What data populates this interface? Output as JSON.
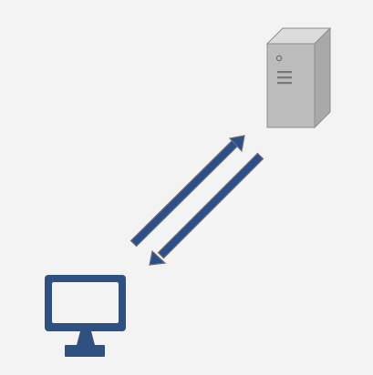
{
  "colors": {
    "background": "#f3f3f4",
    "arrow_fill": "#2b4f8a",
    "arrow_edge": "#6f6f73",
    "server_front": "#bcbcbc",
    "server_top": "#dcdcdc",
    "server_side": "#a9a9a9",
    "monitor": "#2f5181"
  },
  "nodes": [
    {
      "id": "server",
      "icon": "server-tower-icon"
    },
    {
      "id": "client",
      "icon": "desktop-monitor-icon"
    }
  ],
  "edges": [
    {
      "from": "client",
      "to": "server",
      "direction": "up-right"
    },
    {
      "from": "server",
      "to": "client",
      "direction": "down-left"
    }
  ]
}
